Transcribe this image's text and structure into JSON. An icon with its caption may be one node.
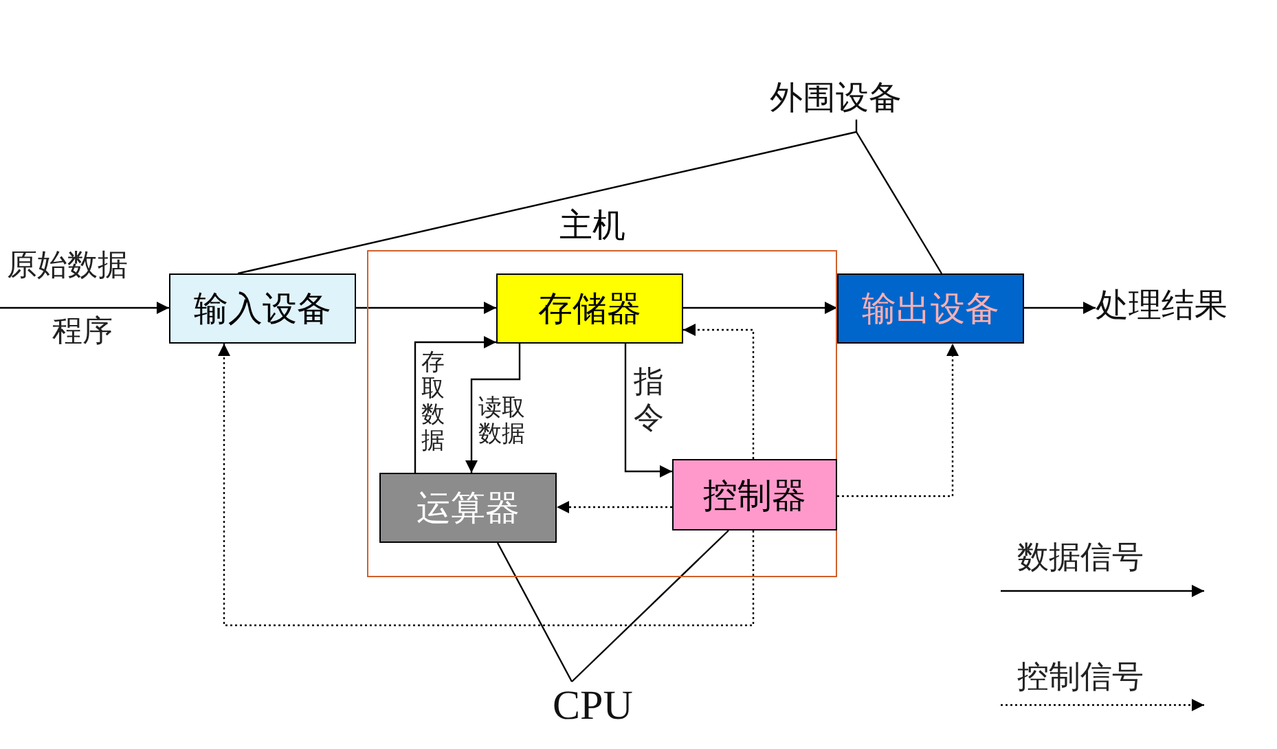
{
  "diagram": {
    "nodes": [
      {
        "text": [
          "主机"
        ]
      },
      {
        "text": [
          "输入设备"
        ]
      },
      {
        "text": [
          "存储器"
        ],
        "in": 0
      },
      {
        "text": [
          "运算器"
        ],
        "in": 0
      },
      {
        "text": [
          "控制器"
        ],
        "in": 0
      },
      {
        "text": [
          "输出设备"
        ]
      },
      {
        "text": [
          "外围设备"
        ]
      },
      {
        "text": [
          "CPU"
        ]
      },
      {
        "text": [
          "处理结果"
        ]
      }
    ],
    "edges": [
      {
        "from": null,
        "to": 1,
        "arrow": "to",
        "label": "原始数据"
      },
      {
        "from": 1,
        "to": 2,
        "arrow": "to"
      },
      {
        "from": 2,
        "to": 5,
        "arrow": "to"
      },
      {
        "from": 3,
        "to": 2,
        "arrow": "to",
        "label": "存取数据"
      },
      {
        "from": 2,
        "to": 3,
        "arrow": "to",
        "label": "读取数据"
      },
      {
        "from": 2,
        "to": 4,
        "arrow": "to",
        "label": "指令"
      },
      {
        "from": 4,
        "to": 3,
        "arrow": "to",
        "style": "dashed"
      },
      {
        "from": 4,
        "to": 2,
        "arrow": "to",
        "style": "dashed"
      },
      {
        "from": 4,
        "to": 5,
        "arrow": "to",
        "style": "dashed"
      },
      {
        "from": 4,
        "to": 1,
        "arrow": "to",
        "style": "dashed"
      },
      {
        "from": 6,
        "to": 1,
        "arrow": "none"
      },
      {
        "from": 6,
        "to": 5,
        "arrow": "none"
      },
      {
        "from": 7,
        "to": 3,
        "arrow": "none"
      },
      {
        "from": 7,
        "to": 4,
        "arrow": "none"
      },
      {
        "from": 5,
        "to": 8,
        "arrow": "to"
      }
    ],
    "labels": [
      "程序"
    ],
    "legend": [
      {
        "text": "数据信号"
      },
      {
        "text": "控制信号"
      }
    ]
  }
}
